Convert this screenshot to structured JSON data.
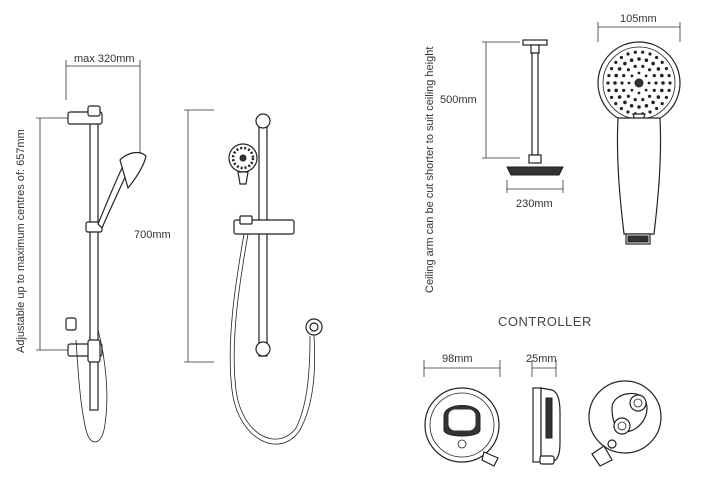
{
  "labels": {
    "max_width": "max 320mm",
    "adjustable": "Adjustable up to maximum centres of: 657mm",
    "rail_height": "700mm",
    "ceiling_note": "Ceiling arm can be cut shorter to suit ceiling height",
    "arm_length": "500mm",
    "head_width": "230mm",
    "handset_width": "105mm",
    "controller_title": "CONTROLLER",
    "controller_width": "98mm",
    "controller_depth": "25mm"
  }
}
